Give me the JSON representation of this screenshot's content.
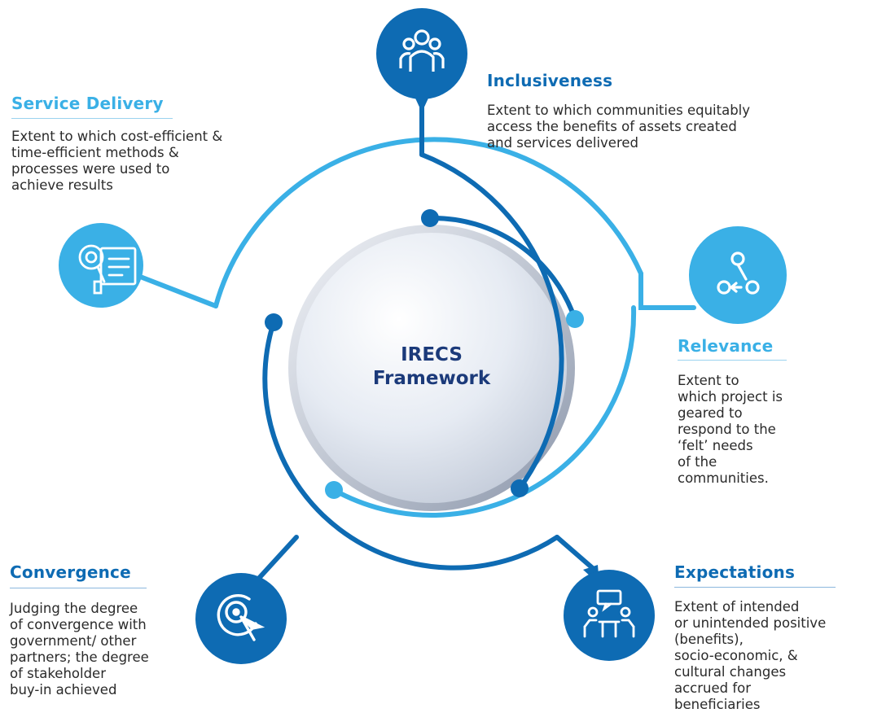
{
  "framework": {
    "title": "IRECS\nFramework"
  },
  "colors": {
    "dark_blue": "#0e6bb3",
    "light_blue": "#3ab0e6",
    "navy_text": "#1b3a7a",
    "desc_text": "#2a2a2a"
  },
  "sections": {
    "inclusiveness": {
      "title": "Inclusiveness",
      "description": "Extent to which communities equitably\naccess the benefits of assets created\nand services delivered",
      "icon": "people-group-icon"
    },
    "relevance": {
      "title": "Relevance",
      "description": "Extent to\nwhich project is\ngeared to\nrespond to the\n‘felt’ needs\nof the\ncommunities.",
      "icon": "workflow-nodes-icon"
    },
    "expectations": {
      "title": "Expectations",
      "description": "Extent of intended\nor unintended positive\n(benefits),\nsocio-economic, &\ncultural changes\naccrued for\nbeneficiaries",
      "icon": "meeting-discussion-icon"
    },
    "convergence": {
      "title": "Convergence",
      "description": "Judging the degree\nof convergence with\ngovernment/ other\npartners; the degree\nof stakeholder\nbuy-in achieved",
      "icon": "target-cursor-icon"
    },
    "service_delivery": {
      "title": "Service Delivery",
      "description": "Extent to which cost-efficient &\ntime-efficient methods &\nprocesses were used to\nachieve results",
      "icon": "magnifier-document-icon"
    }
  }
}
